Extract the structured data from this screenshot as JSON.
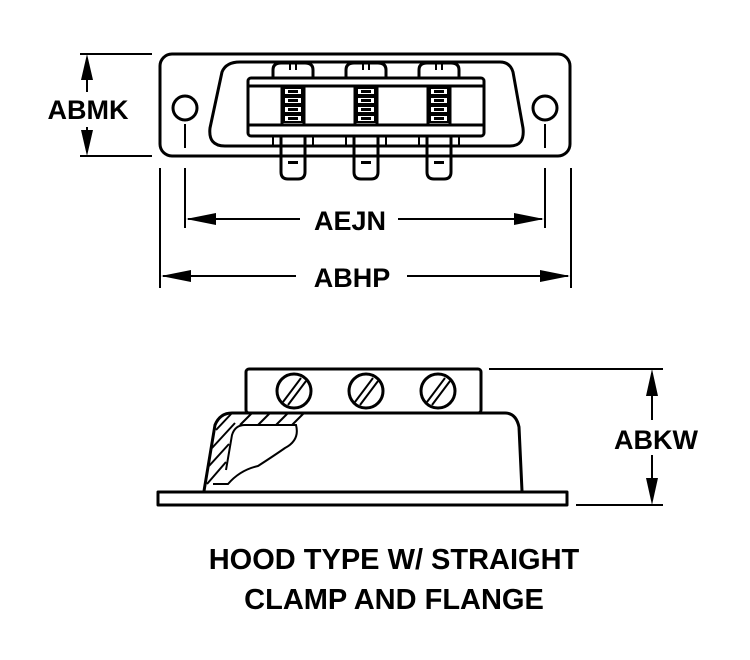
{
  "drawing": {
    "title_line1": "HOOD TYPE W/ STRAIGHT",
    "title_line2": "CLAMP AND FLANGE",
    "top_view": {
      "dimensions": {
        "height_label": "ABMK",
        "inner_width_label": "AEJN",
        "overall_width_label": "ABHP"
      },
      "screw_count": 3,
      "mounting_hole_count": 2
    },
    "side_view": {
      "dimensions": {
        "height_label": "ABKW"
      },
      "screw_count": 3,
      "cutaway_section": "hatched"
    }
  }
}
